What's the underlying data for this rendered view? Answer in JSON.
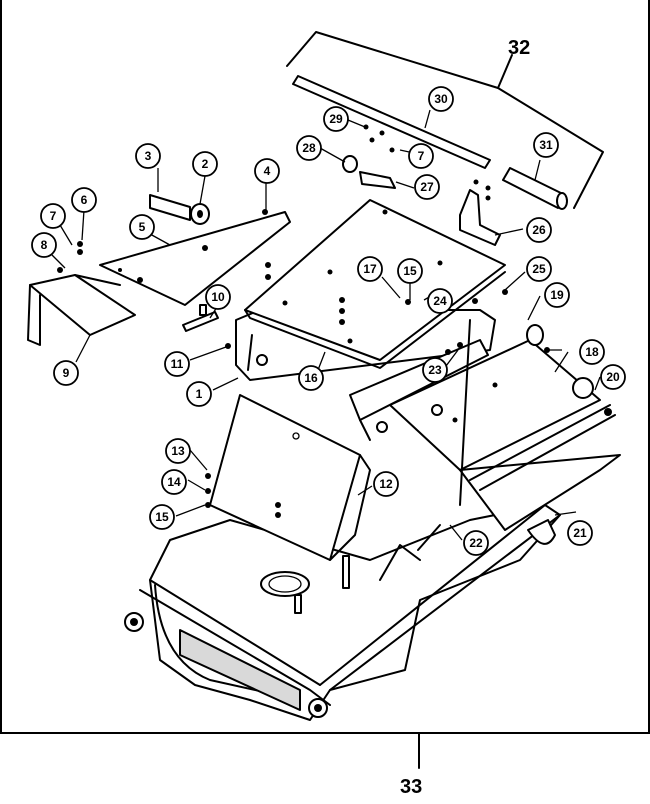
{
  "callouts": {
    "c1": "1",
    "c2": "2",
    "c3": "3",
    "c4": "4",
    "c5": "5",
    "c6": "6",
    "c7a": "7",
    "c7b": "7",
    "c8": "8",
    "c9": "9",
    "c10": "10",
    "c11": "11",
    "c12": "12",
    "c13": "13",
    "c14": "14",
    "c15a": "15",
    "c15b": "15",
    "c16": "16",
    "c17": "17",
    "c18": "18",
    "c19": "19",
    "c20": "20",
    "c21": "21",
    "c22": "22",
    "c23": "23",
    "c24": "24",
    "c25": "25",
    "c26": "26",
    "c27": "27",
    "c28": "28",
    "c29": "29",
    "c30": "30",
    "c31": "31"
  },
  "assembly_labels": {
    "group": "32",
    "overall": "33"
  }
}
